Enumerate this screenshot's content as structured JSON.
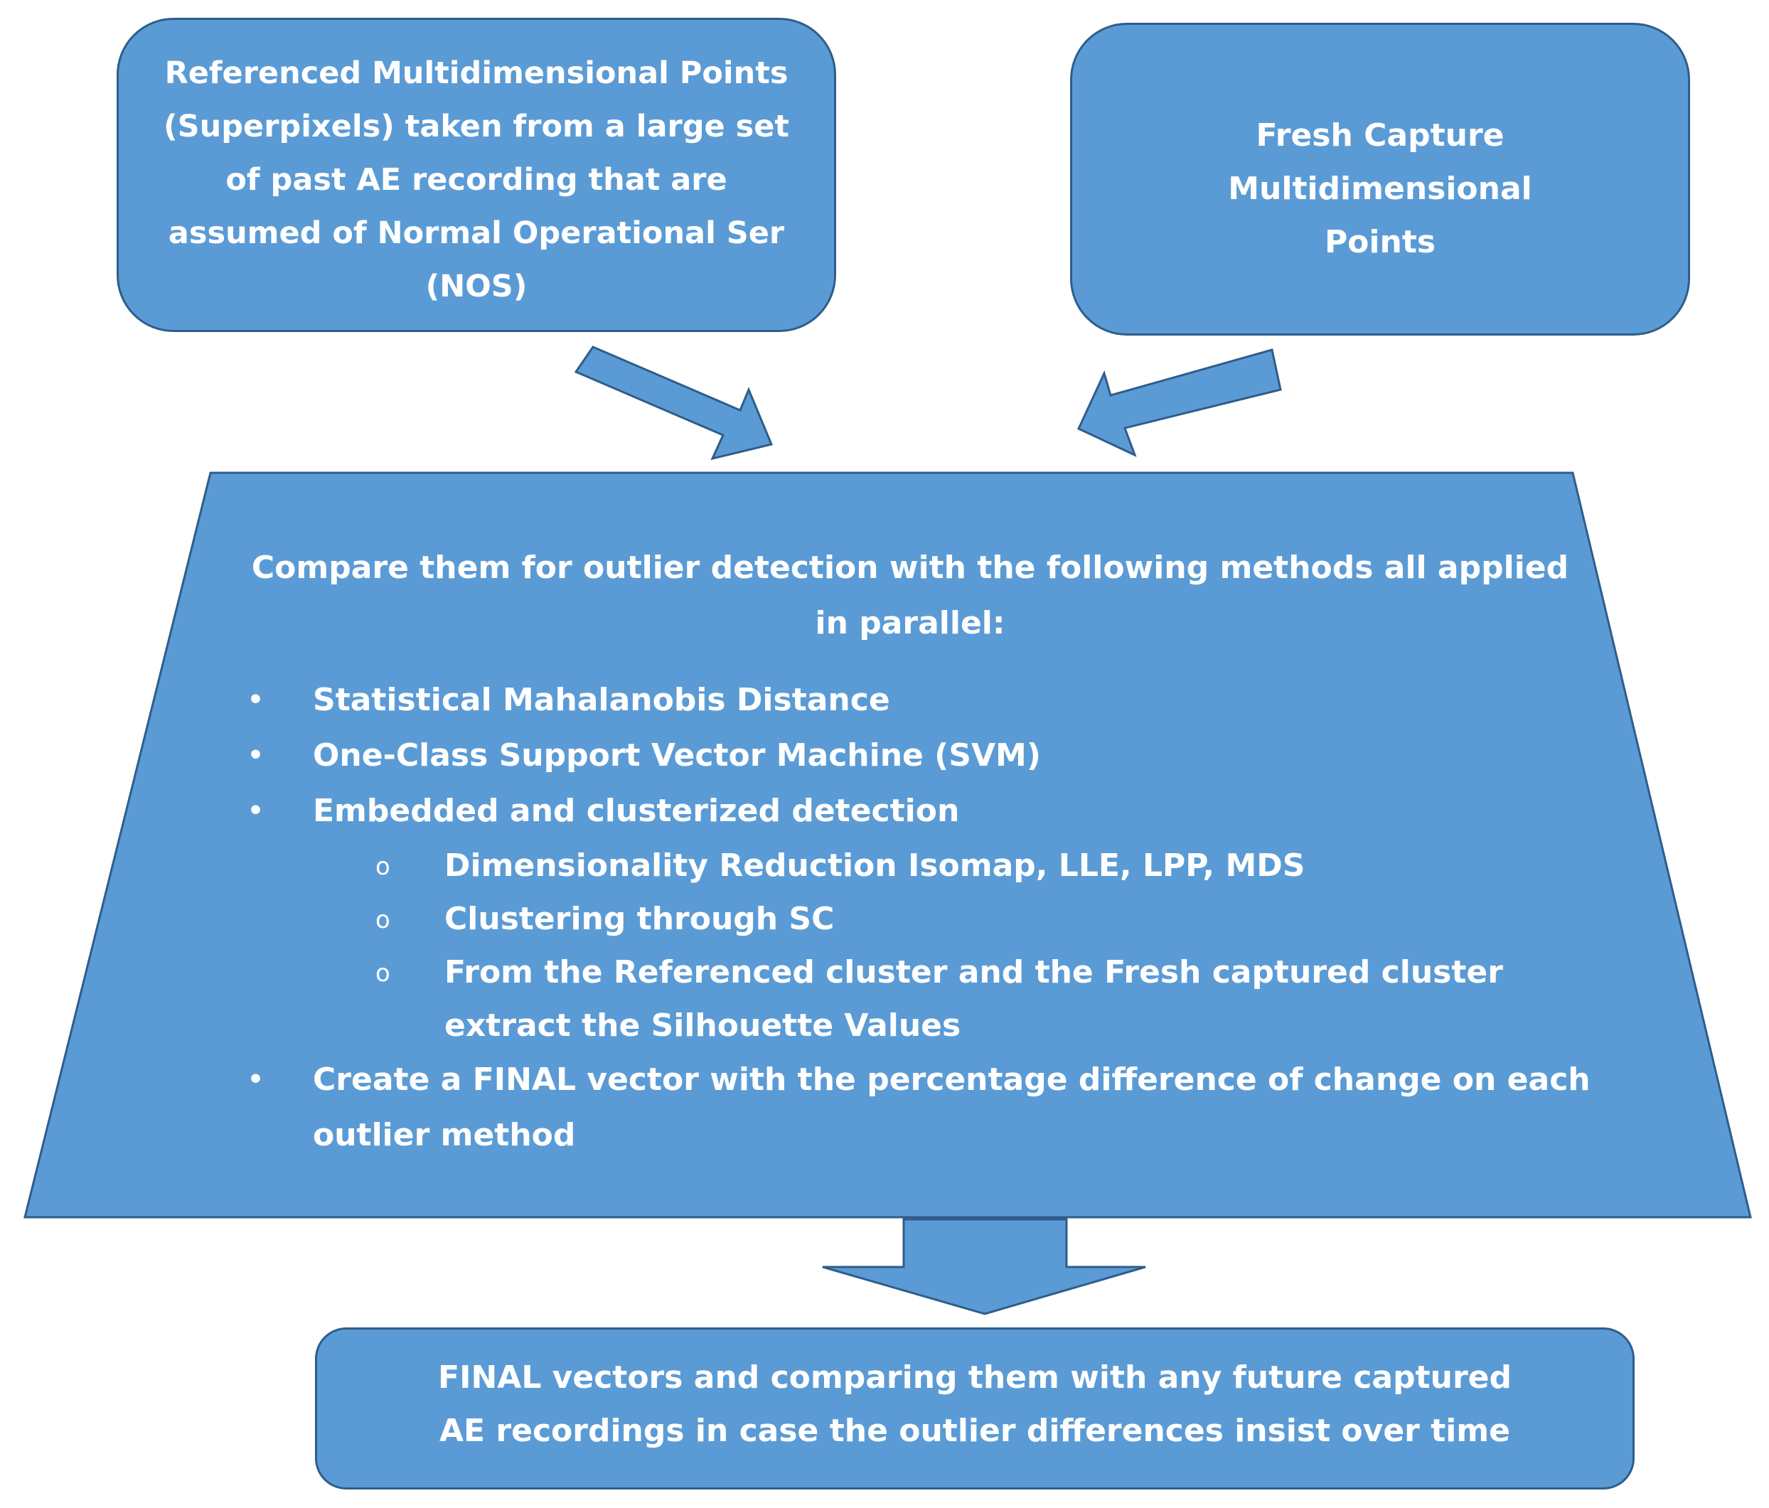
{
  "referenced_box": {
    "text": "Referenced Multidimensional Points (Superpixels) taken from a large set of past AE recording that are assumed of Normal Operational Ser (NOS)"
  },
  "fresh_box": {
    "text": "Fresh Capture Multidimensional Points"
  },
  "process": {
    "heading": "Compare them for outlier detection with the following methods all applied in parallel:",
    "methods": [
      "Statistical Mahalanobis Distance",
      "One-Class Support Vector Machine (SVM)",
      "Embedded and clusterized detection",
      "Create a FINAL vector with the percentage difference of change on each outlier method"
    ],
    "embedded_substeps": [
      "Dimensionality Reduction Isomap, LLE, LPP, MDS",
      "Clustering through SC",
      "From the Referenced cluster and the Fresh captured cluster extract the Silhouette Values"
    ],
    "bullet_symbol": "•",
    "sub_bullet_symbol": "o"
  },
  "final_box": {
    "text": "FINAL vectors and comparing them with any future captured  AE recordings in case the outlier differences insist over time"
  },
  "colors": {
    "fill": "#5b9bd5",
    "stroke": "#2f5d8a",
    "text": "#ffffff"
  }
}
